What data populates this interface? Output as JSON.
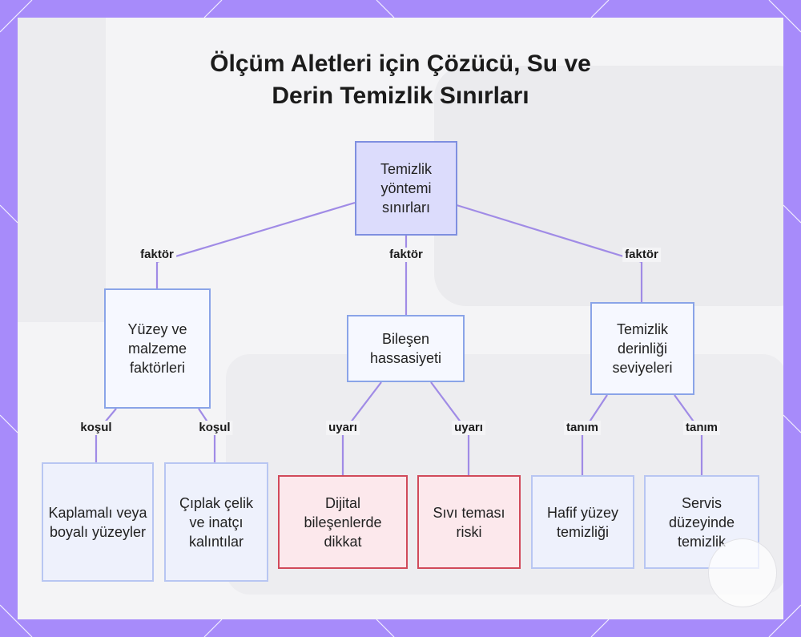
{
  "title": {
    "line1": "Ölçüm Aletleri için Çözücü, Su ve",
    "line2": "Derin Temizlik Sınırları"
  },
  "nodes": {
    "root": "Temizlik yöntemi sınırları",
    "surface": "Yüzey ve malzeme faktörleri",
    "component": "Bileşen hassasiyeti",
    "depth": "Temizlik derinliği seviyeleri",
    "coated": "Kaplamalı veya boyalı yüzeyler",
    "bare": "Çıplak çelik ve inatçı kalıntılar",
    "digital": "Dijital bileşenlerde dikkat",
    "liquid": "Sıvı teması riski",
    "light": "Hafif yüzey temizliği",
    "service": "Servis düzeyinde temizlik"
  },
  "edge_labels": {
    "root_surface": "faktör",
    "root_component": "faktör",
    "root_depth": "faktör",
    "surface_coated": "koşul",
    "surface_bare": "koşul",
    "component_digital": "uyarı",
    "component_liquid": "uyarı",
    "depth_light": "tanım",
    "depth_service": "tanım"
  },
  "colors": {
    "frame": "#a78bfa",
    "edge": "#a08be6",
    "root_fill": "#dcdcfc",
    "warn_border": "#d14a5a",
    "warn_fill": "#fce8ec"
  }
}
